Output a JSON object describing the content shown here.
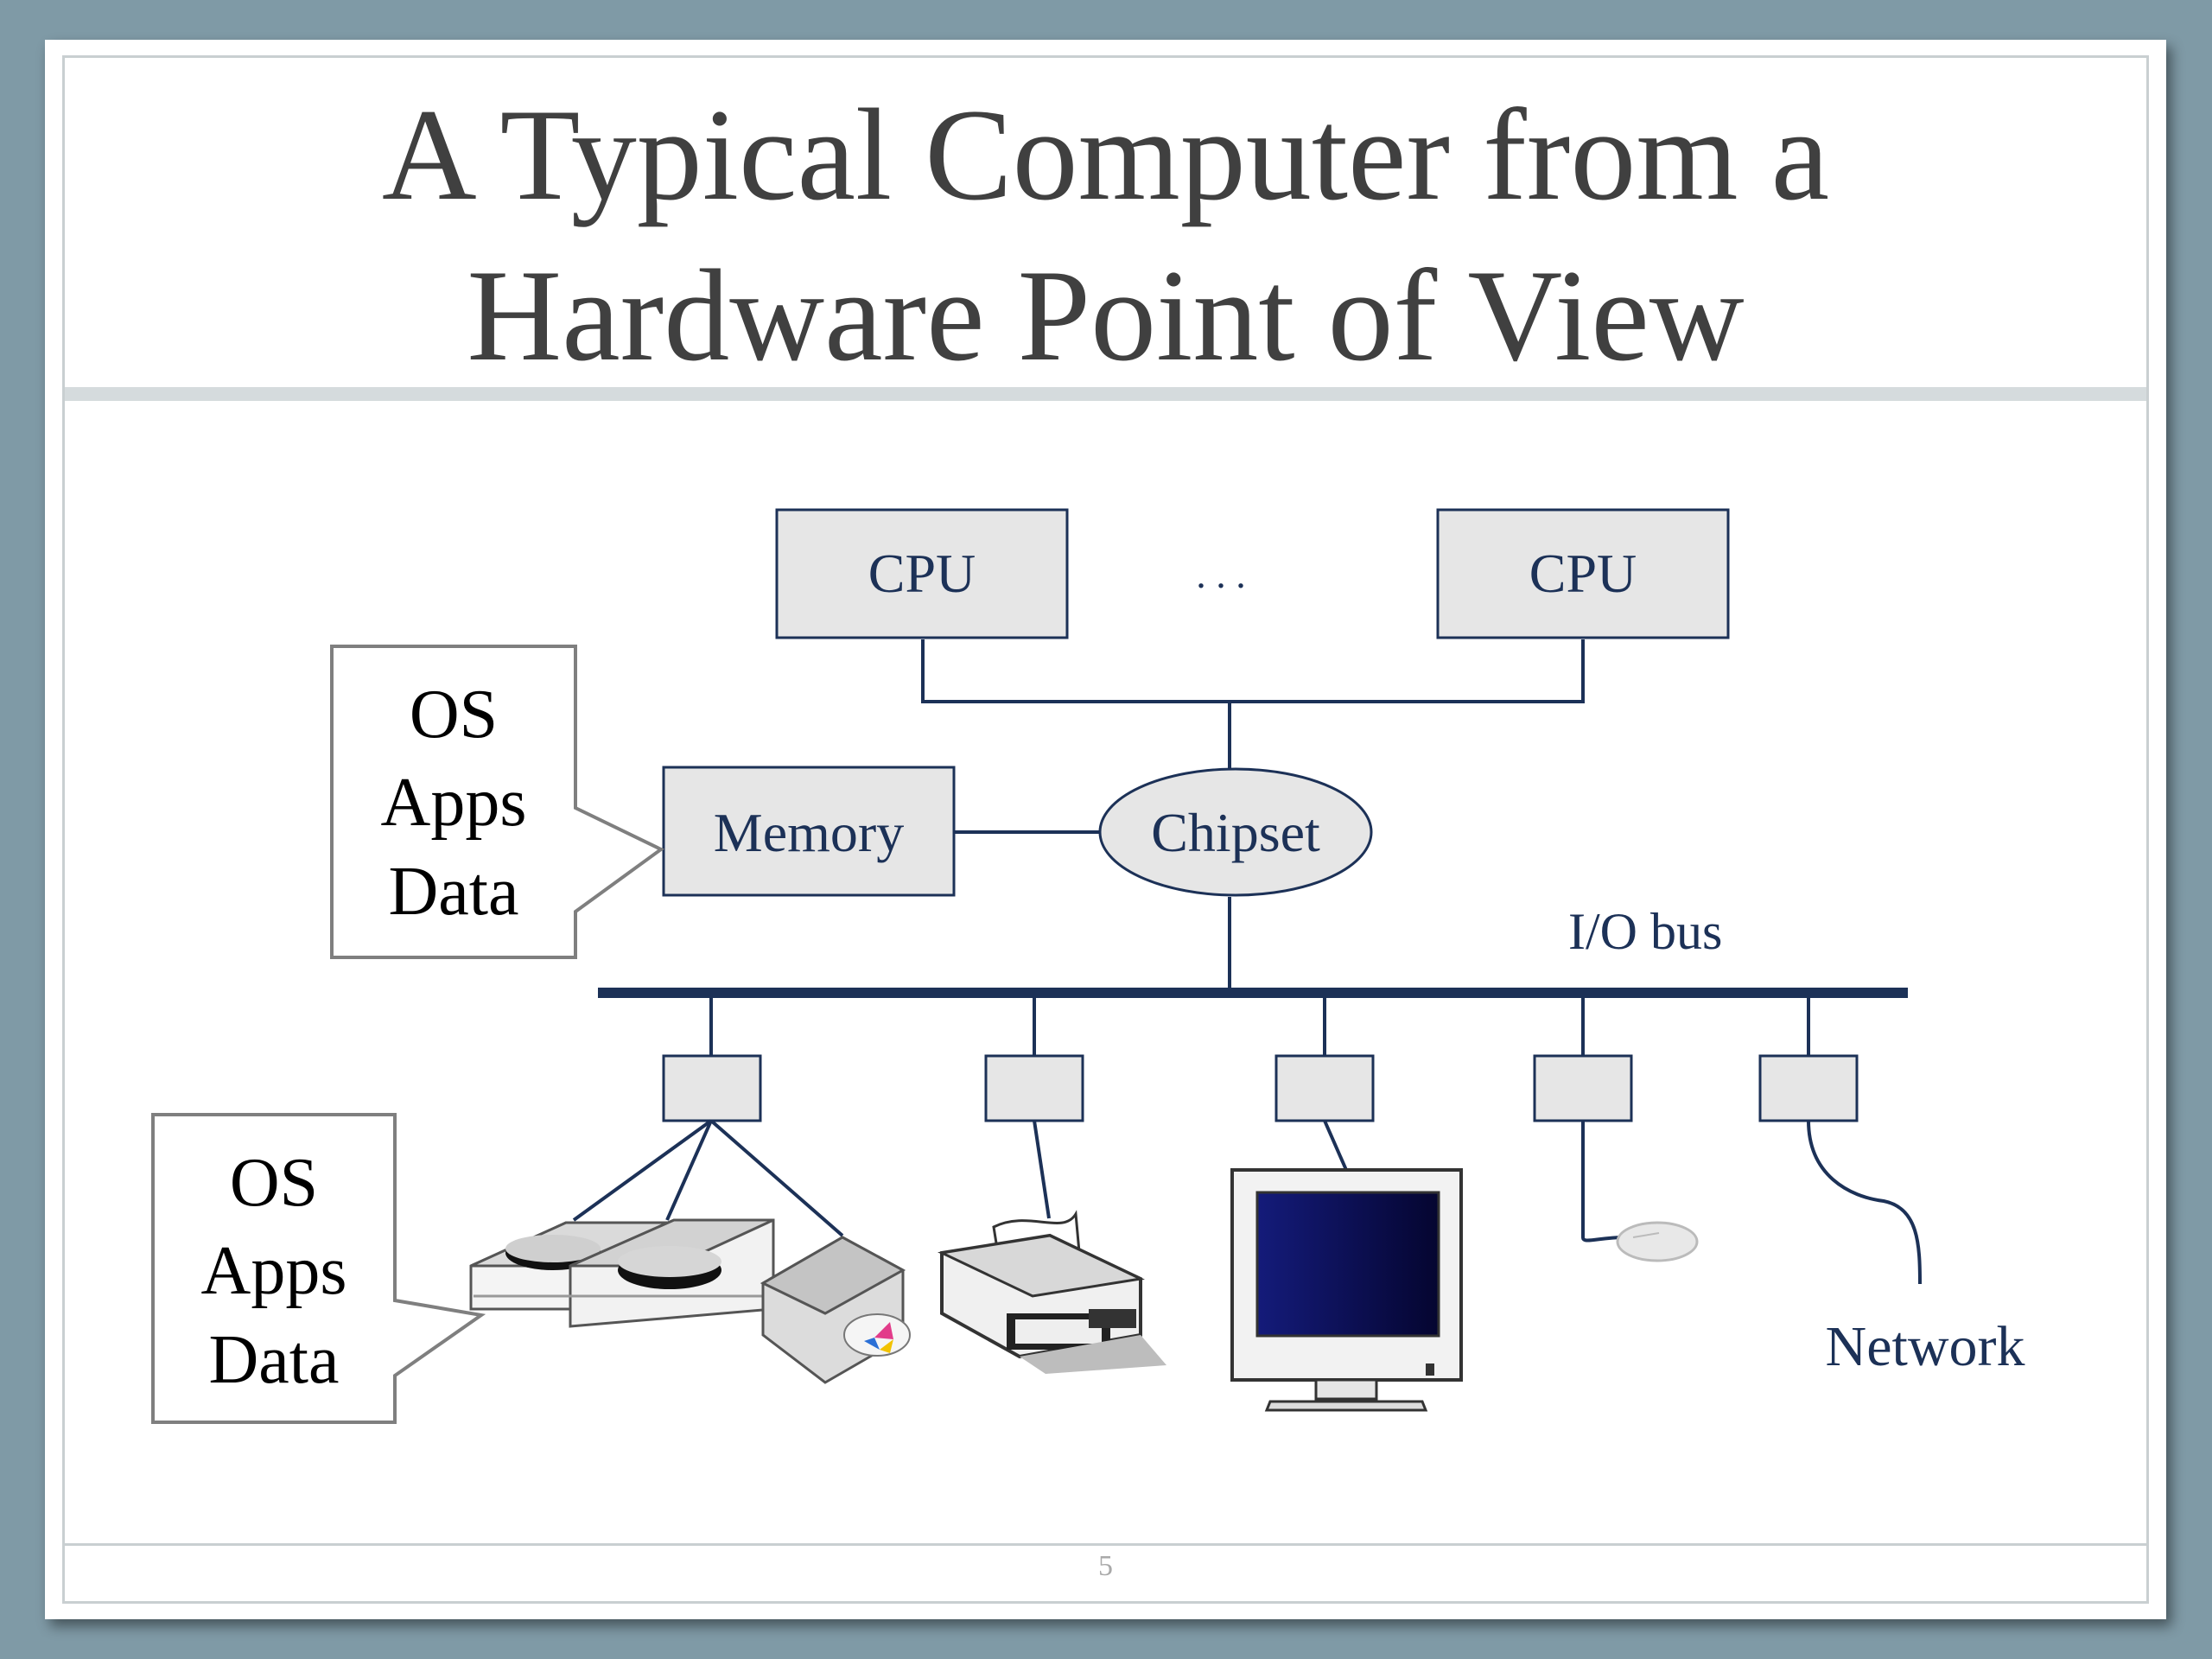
{
  "slide": {
    "title_line1": "A Typical Computer from a",
    "title_line2": "Hardware Point of View",
    "number": "5"
  },
  "diagram": {
    "cpu1_label": "CPU",
    "cpu2_label": "CPU",
    "ellipsis": ". . .",
    "memory_label": "Memory",
    "chipset_label": "Chipset",
    "io_bus_label": "I/O bus",
    "network_label": "Network",
    "callout_memory": [
      "OS",
      "Apps",
      "Data"
    ],
    "callout_disk": [
      "OS",
      "Apps",
      "Data"
    ]
  },
  "colors": {
    "line": "#1c3157",
    "box_fill": "#e6e6e6",
    "text_blue": "#1c3157",
    "title": "#404040"
  }
}
